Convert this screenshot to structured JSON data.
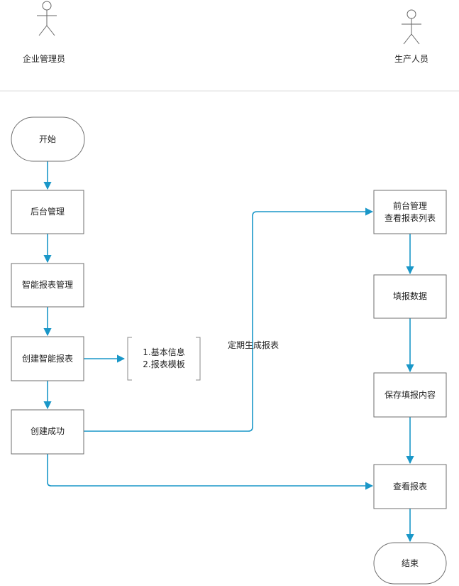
{
  "actors": {
    "admin": "企业管理员",
    "producer": "生产人员"
  },
  "nodes": {
    "start": "开始",
    "backend_mgmt": "后台管理",
    "smart_report_mgmt": "智能报表管理",
    "create_smart_report": "创建智能报表",
    "create_success": "创建成功",
    "frontend_mgmt_line1": "前台管理",
    "frontend_mgmt_line2": "查看报表列表",
    "fill_data": "填报数据",
    "save_fill_content": "保存填报内容",
    "view_report": "查看报表",
    "end": "结束"
  },
  "annotation": {
    "line1": "1.基本信息",
    "line2": "2.报表模板"
  },
  "edge_labels": {
    "periodic_generate": "定期生成报表"
  },
  "colors": {
    "flow": "#1a97c8",
    "border": "#6f6f6f"
  }
}
